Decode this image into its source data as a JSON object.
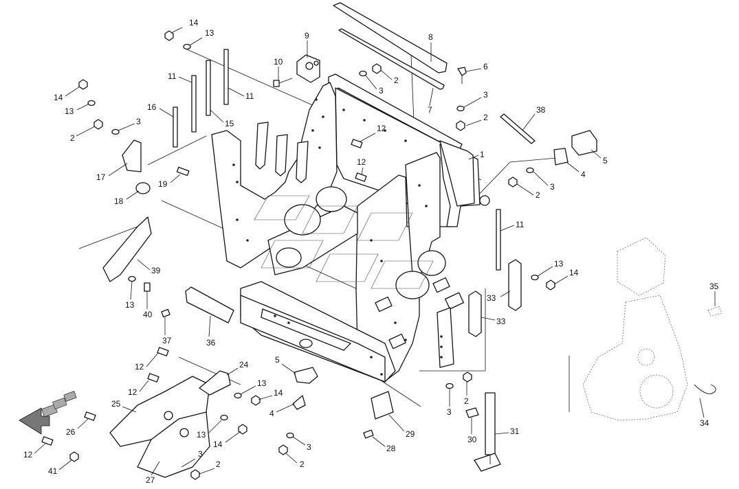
{
  "labels": [
    "1",
    "2",
    "3",
    "4",
    "5",
    "6",
    "7",
    "8",
    "9",
    "10",
    "11",
    "12",
    "13",
    "14",
    "15",
    "16",
    "17",
    "18",
    "19",
    "24",
    "25",
    "26",
    "27",
    "28",
    "29",
    "30",
    "31",
    "33",
    "34",
    "35",
    "36",
    "37",
    "38",
    "39",
    "40",
    "41"
  ],
  "callouts": [
    {
      "id": "c14a",
      "text": "14"
    },
    {
      "id": "c13a",
      "text": "13"
    },
    {
      "id": "c9",
      "text": "9"
    },
    {
      "id": "c8",
      "text": "8"
    },
    {
      "id": "c10",
      "text": "10"
    },
    {
      "id": "c11a",
      "text": "11"
    },
    {
      "id": "c11b",
      "text": "11"
    },
    {
      "id": "c15",
      "text": "15"
    },
    {
      "id": "c16",
      "text": "16"
    },
    {
      "id": "c14b",
      "text": "14"
    },
    {
      "id": "c13b",
      "text": "13"
    },
    {
      "id": "c2a",
      "text": "2"
    },
    {
      "id": "c3a",
      "text": "3"
    },
    {
      "id": "c17",
      "text": "17"
    },
    {
      "id": "c18",
      "text": "18"
    },
    {
      "id": "c19",
      "text": "19"
    },
    {
      "id": "c2b",
      "text": "2"
    },
    {
      "id": "c3b",
      "text": "3"
    },
    {
      "id": "c6",
      "text": "6"
    },
    {
      "id": "c3c",
      "text": "3"
    },
    {
      "id": "c7",
      "text": "7"
    },
    {
      "id": "c2c",
      "text": "2"
    },
    {
      "id": "c38",
      "text": "38"
    },
    {
      "id": "c12a",
      "text": "12"
    },
    {
      "id": "c12b",
      "text": "12"
    },
    {
      "id": "c1",
      "text": "1"
    },
    {
      "id": "c5a",
      "text": "5"
    },
    {
      "id": "c4a",
      "text": "4"
    },
    {
      "id": "c3d",
      "text": "3"
    },
    {
      "id": "c2d",
      "text": "2"
    },
    {
      "id": "c11c",
      "text": "11"
    },
    {
      "id": "c39",
      "text": "39"
    },
    {
      "id": "c13c",
      "text": "13"
    },
    {
      "id": "c40",
      "text": "40"
    },
    {
      "id": "c13d",
      "text": "13"
    },
    {
      "id": "c14c",
      "text": "14"
    },
    {
      "id": "c33a",
      "text": "33"
    },
    {
      "id": "c33b",
      "text": "33"
    },
    {
      "id": "c35",
      "text": "35"
    },
    {
      "id": "c37",
      "text": "37"
    },
    {
      "id": "c36",
      "text": "36"
    },
    {
      "id": "c24",
      "text": "24"
    },
    {
      "id": "c12c",
      "text": "12"
    },
    {
      "id": "c12d",
      "text": "12"
    },
    {
      "id": "c25",
      "text": "25"
    },
    {
      "id": "c13e",
      "text": "13"
    },
    {
      "id": "c14d",
      "text": "14"
    },
    {
      "id": "c5b",
      "text": "5"
    },
    {
      "id": "c4b",
      "text": "4"
    },
    {
      "id": "c3e",
      "text": "3"
    },
    {
      "id": "c2e",
      "text": "2"
    },
    {
      "id": "c26",
      "text": "26"
    },
    {
      "id": "c13f",
      "text": "13"
    },
    {
      "id": "c14e",
      "text": "14"
    },
    {
      "id": "c3f",
      "text": "3"
    },
    {
      "id": "c2f",
      "text": "2"
    },
    {
      "id": "c12e",
      "text": "12"
    },
    {
      "id": "c41",
      "text": "41"
    },
    {
      "id": "c27",
      "text": "27"
    },
    {
      "id": "c28",
      "text": "28"
    },
    {
      "id": "c29",
      "text": "29"
    },
    {
      "id": "c3g",
      "text": "3"
    },
    {
      "id": "c2g",
      "text": "2"
    },
    {
      "id": "c30",
      "text": "30"
    },
    {
      "id": "c31",
      "text": "31"
    },
    {
      "id": "c34",
      "text": "34"
    }
  ]
}
